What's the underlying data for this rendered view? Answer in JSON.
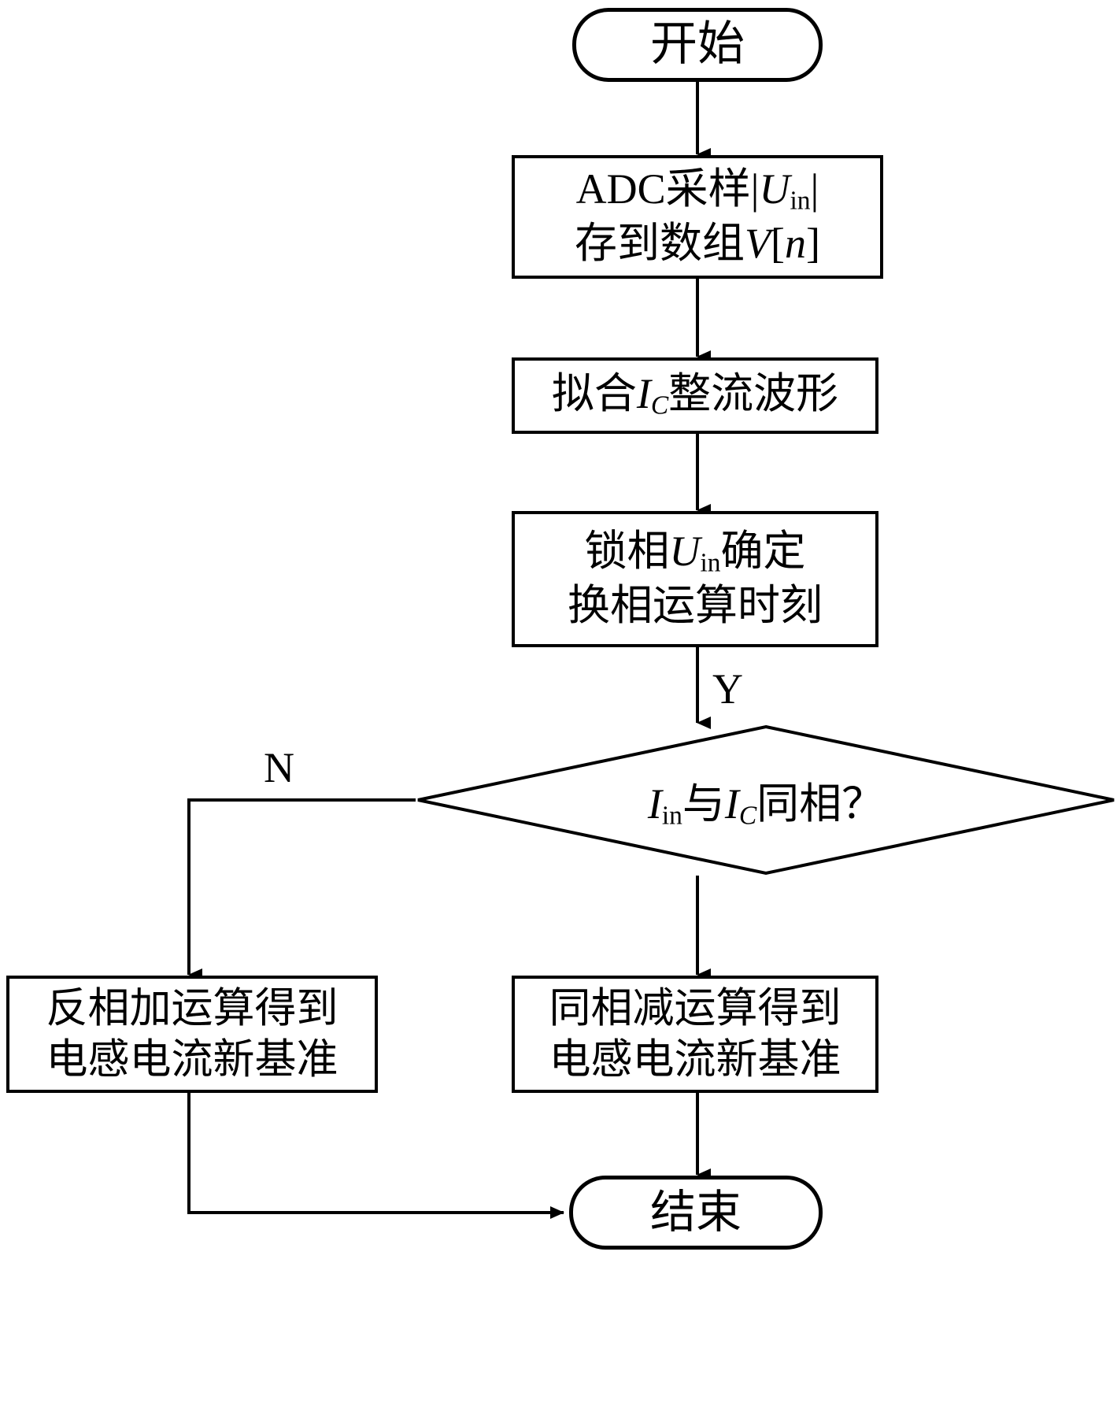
{
  "diagram": {
    "type": "flowchart",
    "orientation": "top-to-bottom",
    "language": "zh-CN",
    "line_color": "#000000",
    "fill_color": "#ffffff",
    "nodes": {
      "start": {
        "label": "开始",
        "shape": "terminator"
      },
      "adc": {
        "line1_pre": "ADC采样|",
        "line1_var": "U",
        "line1_sub": "in",
        "line1_post": "|",
        "line2_pre": "存到数组",
        "line2_var": "V",
        "line2_post": "[",
        "line2_var2": "n",
        "line2_post2": "]",
        "shape": "process"
      },
      "fit": {
        "pre": "拟合",
        "var": "I",
        "sub": "C",
        "post": "整流波形",
        "shape": "process"
      },
      "pll": {
        "line1_pre": "锁相",
        "line1_var": "U",
        "line1_sub": "in",
        "line1_post": "确定",
        "line2": "换相运算时刻",
        "shape": "process"
      },
      "decision": {
        "var1": "I",
        "sub1": "in",
        "mid": "与",
        "var2": "I",
        "sub2": "C",
        "post": "同相？",
        "shape": "decision"
      },
      "branch_no": {
        "line1": "反相加运算得到",
        "line2": "电感电流新基准",
        "shape": "process"
      },
      "branch_yes": {
        "line1": "同相减运算得到",
        "line2": "电感电流新基准",
        "shape": "process"
      },
      "end": {
        "label": "结束",
        "shape": "terminator"
      }
    },
    "edge_labels": {
      "yes": "Y",
      "no": "N"
    }
  }
}
